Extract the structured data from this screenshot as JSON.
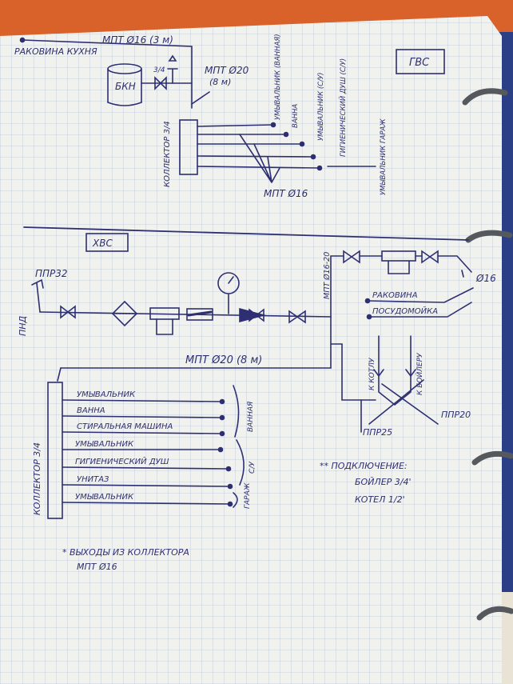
{
  "hw": {
    "title": "ГВС",
    "sink_kitchen": "РАКОВИНА КУХНЯ",
    "line_top": "МПТ Ø16 (3 м)",
    "tank": "БКН",
    "valve_size": "3/4",
    "pipe20": "МПТ Ø20",
    "pipe20_len": "(8 м)",
    "collector": "КОЛЛЕКТОР 3/4",
    "pipe16": "МПТ Ø16",
    "outlets": [
      "УМЫВАЛЬНИК (ВАННАЯ)",
      "ВАННА",
      "УМЫВАЛЬНИК (С/У)",
      "ГИГИЕНИЧЕСКИЙ ДУШ (С/У)",
      "УМЫВАЛЬНИК ГАРАЖ"
    ]
  },
  "cw": {
    "title": "ХВС",
    "ppr32": "ППР32",
    "pnd": "ПНД",
    "riser": "МПТ Ø16-20",
    "sink": "РАКОВИНА",
    "dishwasher": "ПОСУДОМОЙКА",
    "d16": "Ø16",
    "pipe20": "МПТ Ø20 (8 м)",
    "boiler_label": "К КОТЛУ",
    "boiler2_label": "К БОЙЛЕРУ",
    "ppr25": "ППР25",
    "ppr20": "ППР20",
    "collector": "КОЛЛЕКТОР 3/4",
    "outlets": [
      "УМЫВАЛЬНИК",
      "ВАННА",
      "СТИРАЛЬНАЯ МАШИНА",
      "УМЫВАЛЬНИК",
      "ГИГИЕНИЧЕСКИЙ ДУШ",
      "УНИТАЗ",
      "УМЫВАЛЬНИК"
    ],
    "group_bath": "ВАННАЯ",
    "group_wc": "С/У",
    "group_garage": "ГАРАЖ",
    "note_title": "** ПОДКЛЮЧЕНИЕ:",
    "note_line1": "БОЙЛЕР 3/4'",
    "note_line2": "КОТЕЛ 1/2'",
    "footnote1": "* ВЫХОДЫ ИЗ КОЛЛЕКТОРА",
    "footnote2": "МПТ Ø16"
  }
}
